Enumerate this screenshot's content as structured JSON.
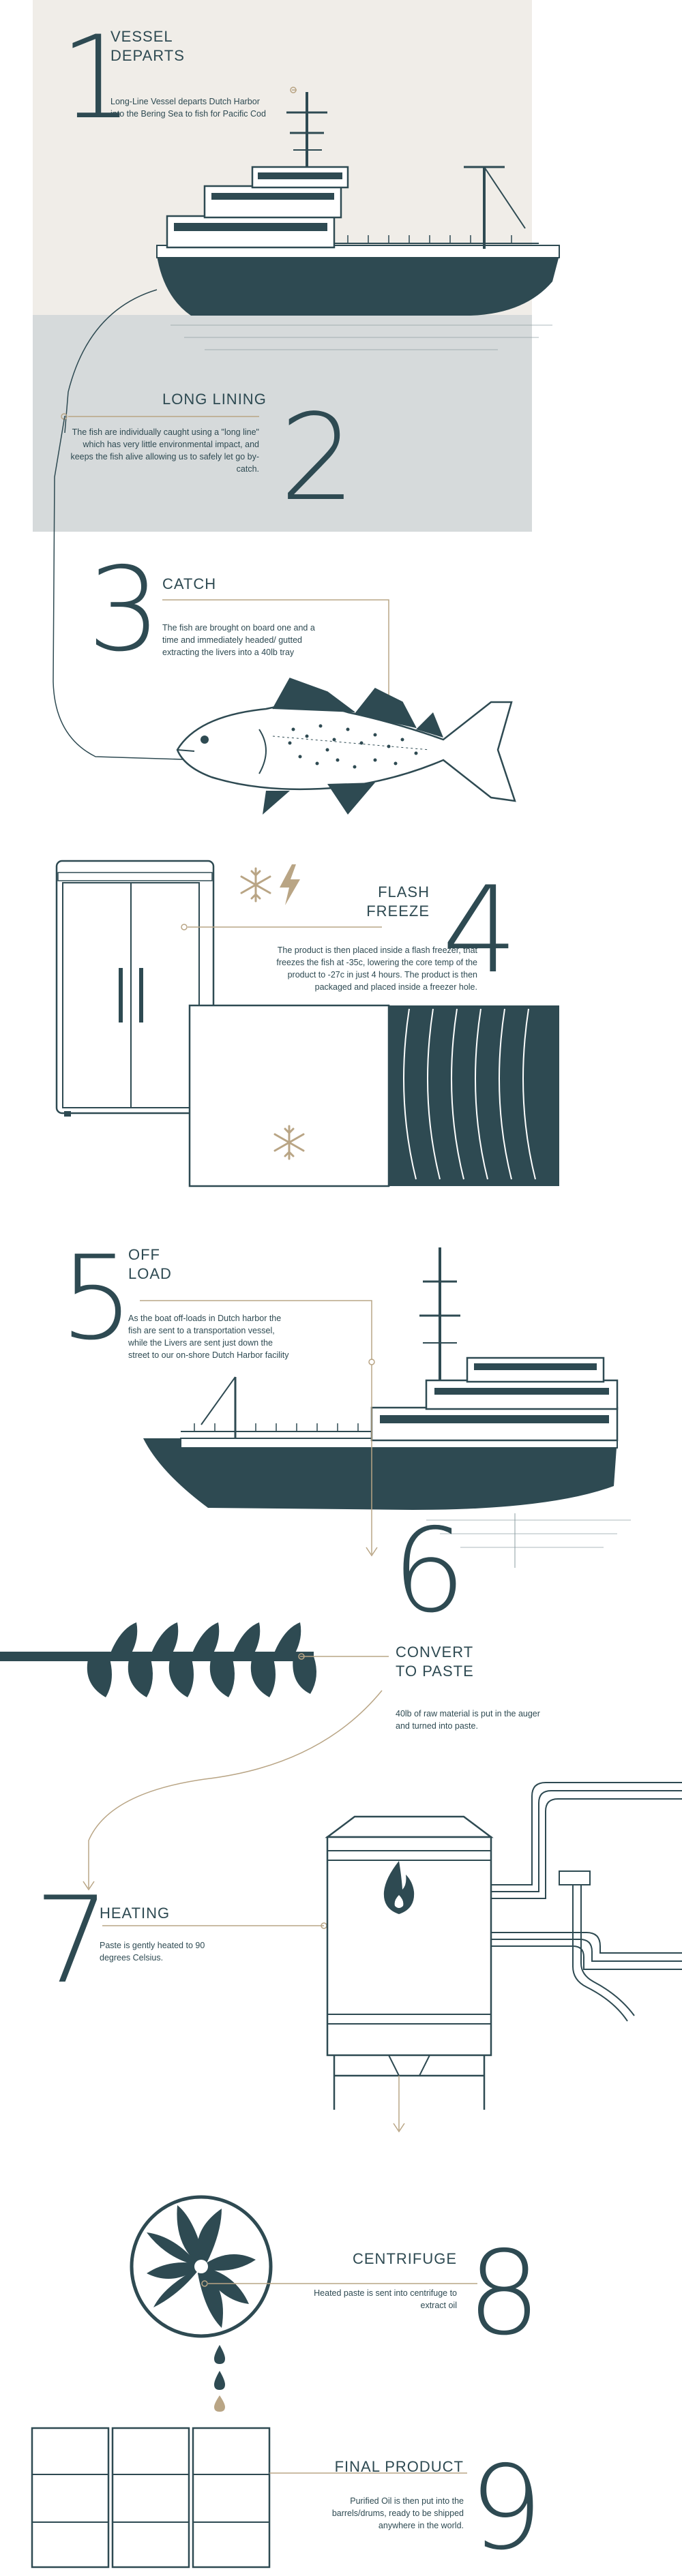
{
  "steps": [
    {
      "number": "1",
      "title_line1": "VESSEL",
      "title_line2": "DEPARTS",
      "text": "Long-Line Vessel departs Dutch Harbor into the Bering Sea to fish for Pacific Cod"
    },
    {
      "number": "2",
      "title_line1": "LONG LINING",
      "text": "The fish are individually caught using a \"long line\" which has very little environmental impact, and keeps the fish alive allowing us to safely let go by-catch."
    },
    {
      "number": "3",
      "title_line1": "CATCH",
      "text": "The fish are brought on board one and a time and immediately headed/ gutted extracting the livers into a 40lb tray"
    },
    {
      "number": "4",
      "title_line1": "FLASH",
      "title_line2": "FREEZE",
      "text": "The product is then placed inside a flash freezer, that freezes the fish at -35c, lowering the core temp of the product to -27c in just 4 hours. The product is then packaged and placed inside a freezer hole."
    },
    {
      "number": "5",
      "title_line1": "OFF",
      "title_line2": "LOAD",
      "text": "As the boat off-loads in Dutch harbor the fish are sent to a transportation vessel, while the Livers are sent just down the street to our on-shore Dutch Harbor facility"
    },
    {
      "number": "6",
      "title_line1": "CONVERT",
      "title_line2": "TO PASTE",
      "text": "40lb of raw material is  put in the auger and turned into paste."
    },
    {
      "number": "7",
      "title_line1": "HEATING",
      "text": "Paste is gently heated to 90 degrees Celsius."
    },
    {
      "number": "8",
      "title_line1": "CENTRIFUGE",
      "text": "Heated paste is sent into centrifuge to extract oil"
    },
    {
      "number": "9",
      "title_line1": "FINAL PRODUCT",
      "text": "Purified Oil is then put into the barrels/drums, ready to be shipped anywhere in the world."
    }
  ],
  "colors": {
    "primary": "#2e4a52",
    "accent": "#b9a585",
    "bg_top": "#f0ede8",
    "bg_mid": "#d6dadb"
  },
  "icons": [
    "vessel-illustration",
    "cod-fish-illustration",
    "freezer-illustration",
    "snowflake-icon",
    "lightning-icon",
    "auger-illustration",
    "heater-illustration",
    "flame-icon",
    "centrifuge-illustration",
    "oil-drop-icon",
    "barrels-illustration"
  ]
}
